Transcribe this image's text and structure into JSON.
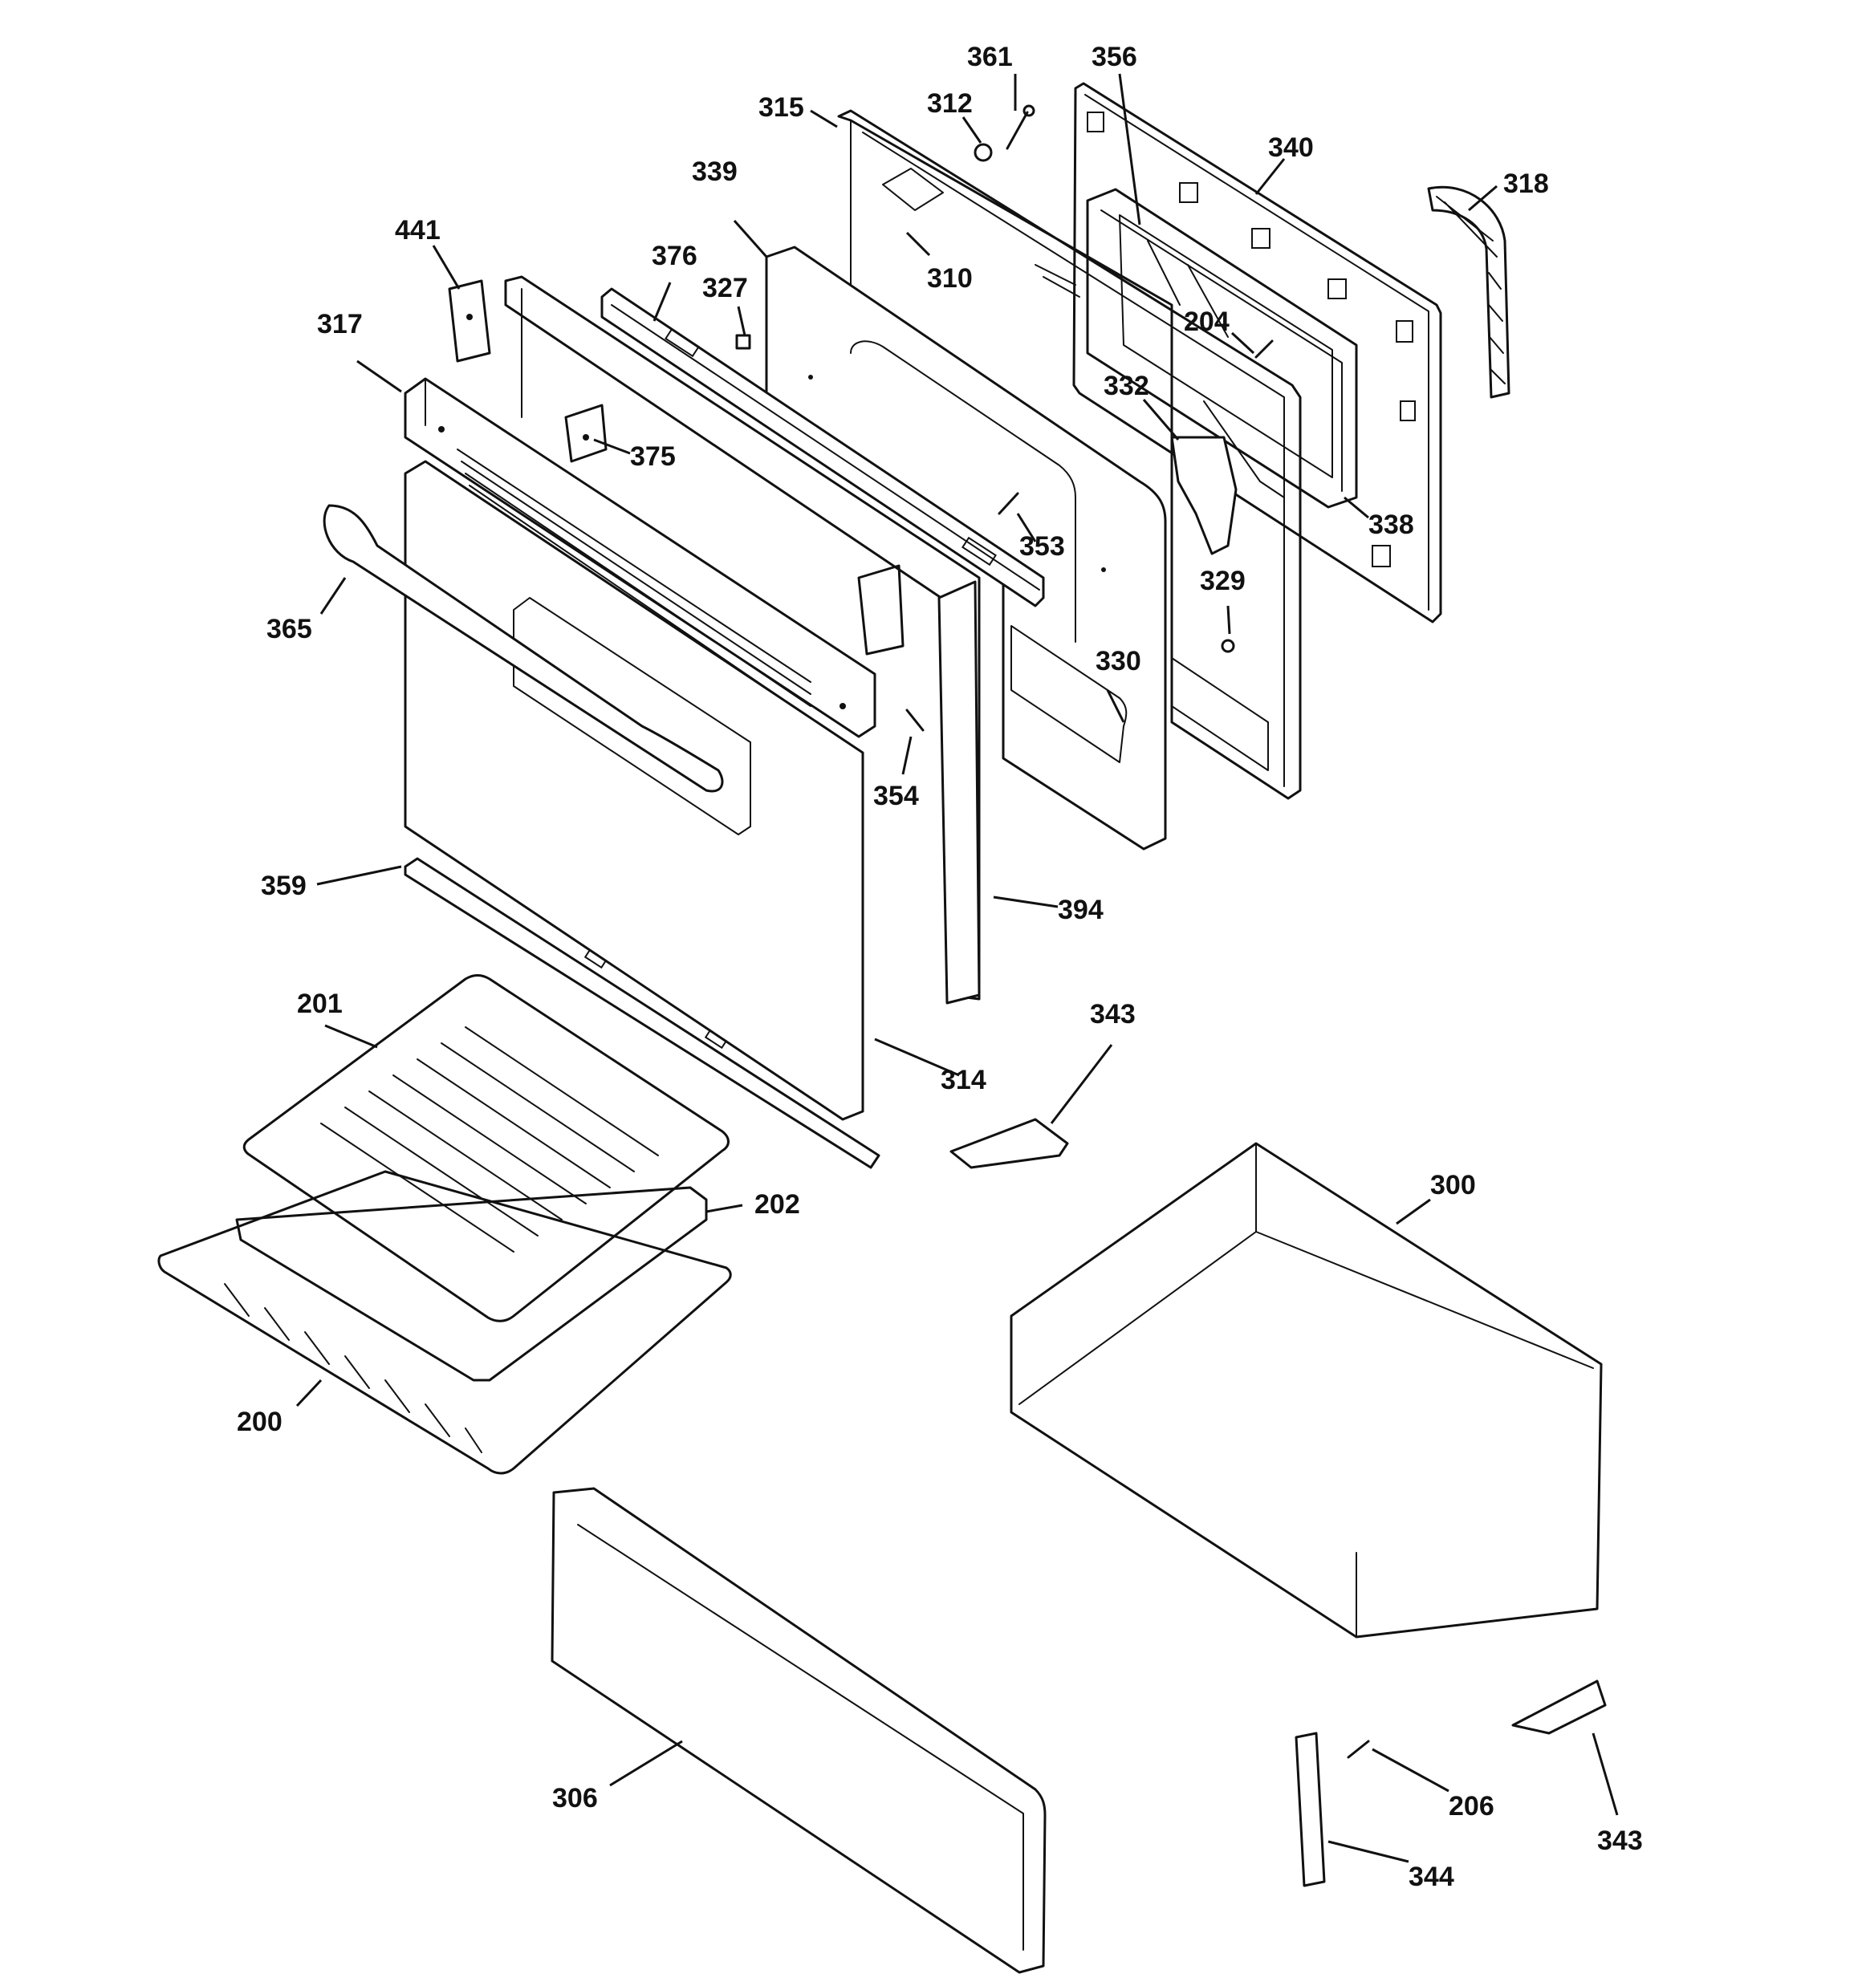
{
  "diagram": {
    "callouts": [
      {
        "id": "c-361",
        "label": "361"
      },
      {
        "id": "c-356",
        "label": "356"
      },
      {
        "id": "c-315",
        "label": "315"
      },
      {
        "id": "c-312",
        "label": "312"
      },
      {
        "id": "c-340",
        "label": "340"
      },
      {
        "id": "c-318",
        "label": "318"
      },
      {
        "id": "c-339",
        "label": "339"
      },
      {
        "id": "c-441",
        "label": "441"
      },
      {
        "id": "c-376",
        "label": "376"
      },
      {
        "id": "c-327",
        "label": "327"
      },
      {
        "id": "c-310",
        "label": "310"
      },
      {
        "id": "c-204",
        "label": "204"
      },
      {
        "id": "c-317",
        "label": "317"
      },
      {
        "id": "c-332",
        "label": "332"
      },
      {
        "id": "c-375",
        "label": "375"
      },
      {
        "id": "c-338",
        "label": "338"
      },
      {
        "id": "c-353",
        "label": "353"
      },
      {
        "id": "c-365",
        "label": "365"
      },
      {
        "id": "c-329",
        "label": "329"
      },
      {
        "id": "c-330",
        "label": "330"
      },
      {
        "id": "c-354",
        "label": "354"
      },
      {
        "id": "c-359",
        "label": "359"
      },
      {
        "id": "c-394",
        "label": "394"
      },
      {
        "id": "c-201",
        "label": "201"
      },
      {
        "id": "c-343a",
        "label": "343"
      },
      {
        "id": "c-314",
        "label": "314"
      },
      {
        "id": "c-300",
        "label": "300"
      },
      {
        "id": "c-202",
        "label": "202"
      },
      {
        "id": "c-200",
        "label": "200"
      },
      {
        "id": "c-306",
        "label": "306"
      },
      {
        "id": "c-206",
        "label": "206"
      },
      {
        "id": "c-343b",
        "label": "343"
      },
      {
        "id": "c-344",
        "label": "344"
      }
    ]
  }
}
